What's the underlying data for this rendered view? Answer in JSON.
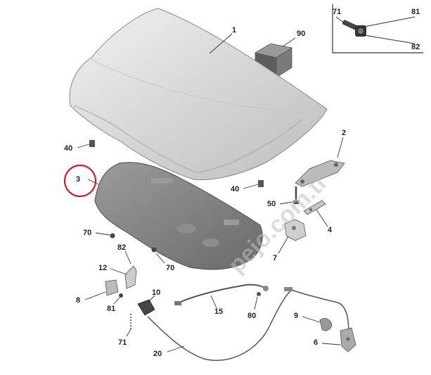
{
  "watermark": "pejo.com.tr",
  "inset_labels": {
    "left": "71",
    "right": "81",
    "bottom": "82"
  },
  "callouts": {
    "hood": "1",
    "hinge": "2",
    "insulation_pad": "3",
    "striker": "4",
    "hook_small": "6",
    "latch_bracket": "7",
    "clip_8": "8",
    "lever_9": "9",
    "release_10": "10",
    "support_12": "12",
    "cable_15": "15",
    "cable_20": "20",
    "buffer_left": "40",
    "buffer_right": "40",
    "bolt_50": "50",
    "clip_70_left": "70",
    "clip_70_right": "70",
    "screw_71": "71",
    "grommet_80": "80",
    "rivet_81": "81",
    "rivet_82": "82",
    "foam_block": "90"
  },
  "colors": {
    "highlight_circle": "#d0202a",
    "hood_fill": "#d9d9d9",
    "pad_fill": "#7a7a7a",
    "line": "#333333"
  }
}
